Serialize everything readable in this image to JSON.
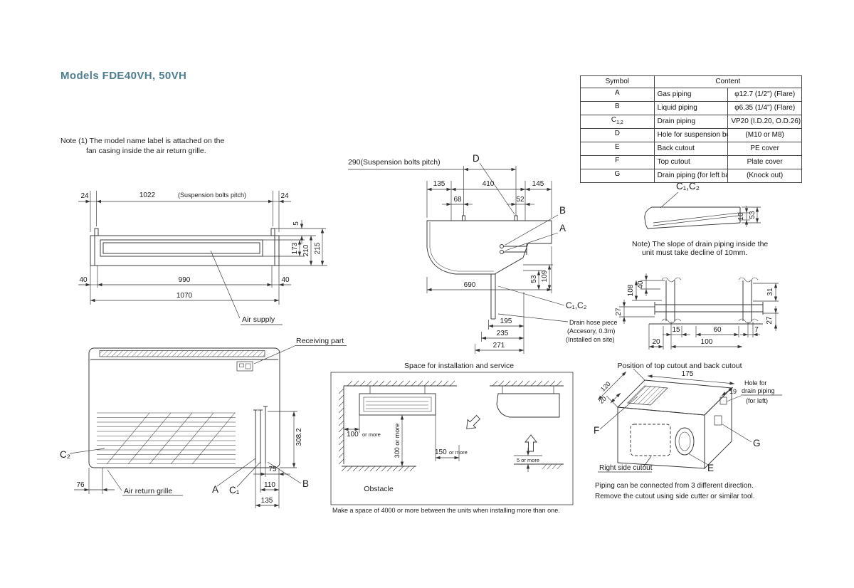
{
  "colors": {
    "title_text": "#4e7e90",
    "line": "#333333"
  },
  "title": "Models  FDE40VH, 50VH",
  "note1": {
    "line1": "Note (1) The model name label is attached on the",
    "line2": "fan casing inside the air return grille."
  },
  "symbol_table": {
    "col_symbol": "Symbol",
    "col_content": "Content",
    "rows": [
      {
        "sym": "A",
        "sub": "",
        "name": "Gas piping",
        "spec": "φ12.7 (1/2\") (Flare)"
      },
      {
        "sym": "B",
        "sub": "",
        "name": "Liquid piping",
        "spec": "φ6.35 (1/4\") (Flare)"
      },
      {
        "sym": "C",
        "sub": "1,2",
        "name": "Drain piping",
        "spec": "VP20 (I.D.20, O.D.26)"
      },
      {
        "sym": "D",
        "sub": "",
        "name": "Hole for suspension bolts",
        "spec": "(M10 or M8)"
      },
      {
        "sym": "E",
        "sub": "",
        "name": "Back cutout",
        "spec": "PE cover"
      },
      {
        "sym": "F",
        "sub": "",
        "name": "Top cutout",
        "spec": "Plate cover"
      },
      {
        "sym": "G",
        "sub": "",
        "name": "Drain piping  (for left back)",
        "spec": "(Knock out)"
      }
    ]
  },
  "front_view": {
    "dim_24_left": "24",
    "dim_1022": "1022",
    "pitch_label": "(Suspension bolts pitch)",
    "dim_24_right": "24",
    "dim_5": "5",
    "dim_173": "173",
    "dim_210": "210",
    "dim_215": "215",
    "dim_40_left": "40",
    "dim_990": "990",
    "dim_40_right": "40",
    "dim_1070": "1070",
    "air_supply": "Air supply"
  },
  "front_lower_view": {
    "receiving_part": "Receiving part",
    "label_c2": "C₂",
    "dim_76": "76",
    "air_return_grille": "Air return grille",
    "label_a": "A",
    "label_c1": "C₁",
    "label_b": "B",
    "dim_75": "75",
    "dim_110": "110",
    "dim_135": "135",
    "dim_308_2": "308.2"
  },
  "side_view": {
    "pitch": "290(Suspension bolts pitch)",
    "label_d": "D",
    "dim_135": "135",
    "dim_410": "410",
    "dim_145": "145",
    "dim_68": "68",
    "dim_52": "52",
    "label_b": "B",
    "label_a": "A",
    "dim_690": "690",
    "dim_53": "53",
    "dim_109": "109",
    "label_c1c2": "C₁,C₂",
    "dim_195": "195",
    "dim_235": "235",
    "dim_271": "271",
    "drain_hose_line1": "Drain hose piece",
    "drain_hose_line2": "(Accesory, 0.3m)",
    "drain_hose_line3": "(Installed on site)"
  },
  "slope_detail": {
    "label_c1c2": "C₁,C₂",
    "dim_10": "10",
    "dim_53": "53",
    "note_line1": "Note) The slope of drain piping inside the",
    "note_line2": "unit must take decline of 10mm."
  },
  "pipe_detail": {
    "dim_40": "40",
    "dim_108": "108",
    "dim_27_left": "27",
    "dim_31": "31",
    "dim_15": "15",
    "dim_60": "60",
    "dim_7": "7",
    "dim_20": "20",
    "dim_100": "100",
    "dim_27_right": "27"
  },
  "installation": {
    "title": "Space for installation and service",
    "dim_100": "100",
    "dim_100_suffix": "or more",
    "dim_300": "300 or more",
    "dim_150": "150",
    "dim_150_suffix": "or more",
    "dim_5": "5 or more",
    "obstacle": "Obstacle",
    "note": "Make a space of 4000 or more between the units when installing more than one."
  },
  "cutout_view": {
    "title": "Position of top cutout and back cutout",
    "dim_20": "20",
    "dim_120": "120",
    "dim_175": "175",
    "dim_19": "19",
    "hole_line1": "Hole for",
    "hole_line2": "drain piping",
    "hole_line3": "(for left)",
    "label_f": "F",
    "label_g": "G",
    "label_e": "E",
    "right_side_cutout": "Right side cutout",
    "note_line1": "Piping can be connected from 3 different direction.",
    "note_line2": "Remove the cutout using side cutter or similar tool."
  }
}
